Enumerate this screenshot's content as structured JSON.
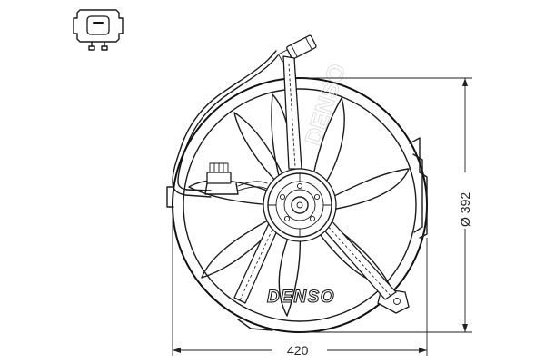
{
  "drawing": {
    "brand": "DENSO",
    "watermark": "DENSO",
    "dimension_width": "420",
    "dimension_height": "Ø 392"
  },
  "colors": {
    "line": "#1a1a1a",
    "background": "#ffffff",
    "watermark": "#d9d9d9"
  },
  "icons": {
    "connector": "electrical-connector-icon"
  }
}
